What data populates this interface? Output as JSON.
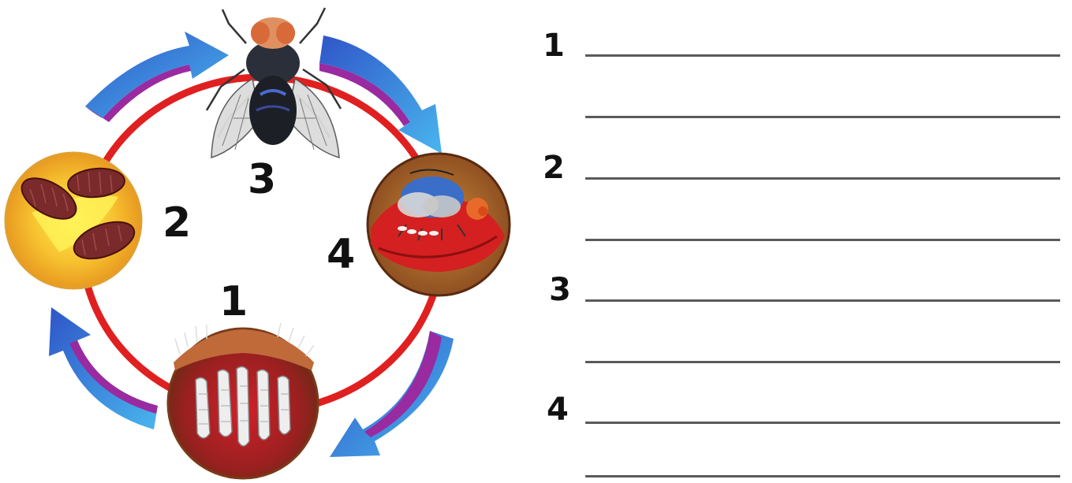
{
  "diagram": {
    "stages": [
      {
        "id": "larvae",
        "number": "1"
      },
      {
        "id": "pupae",
        "number": "2"
      },
      {
        "id": "adult-fly",
        "number": "3"
      },
      {
        "id": "eggs-laying",
        "number": "4"
      }
    ]
  },
  "worksheet": {
    "questions": [
      {
        "number": "1"
      },
      {
        "number": "2"
      },
      {
        "number": "3"
      },
      {
        "number": "4"
      }
    ],
    "line_color": "#5a5a5a"
  },
  "colors": {
    "cycle_ring": "#e02020",
    "arrow_blue": "#3a7fe0",
    "arrow_accent": "#9a2aa0"
  }
}
